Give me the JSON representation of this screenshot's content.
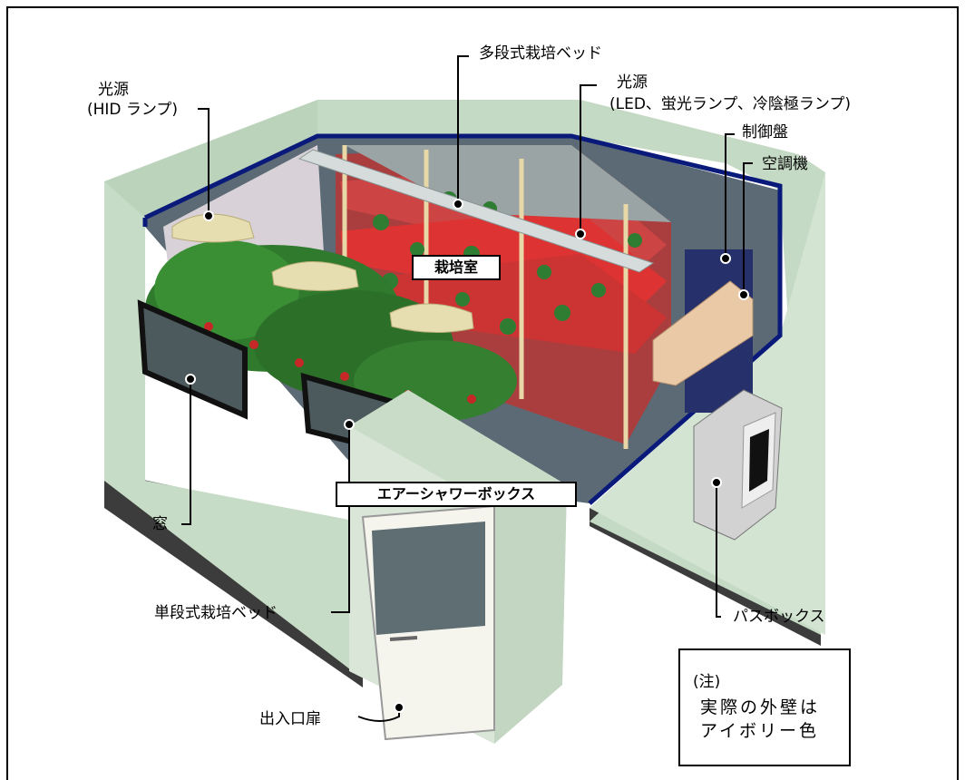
{
  "labels": {
    "multi_bed": "多段式栽培ベッド",
    "light_hid_1": "光源",
    "light_hid_2": "(HID ランプ)",
    "light_led_1": "光源",
    "light_led_2": "(LED、蛍光ランプ、冷陰極ランプ)",
    "control_panel": "制御盤",
    "air_conditioner": "空調機",
    "cultivation_room": "栽培室",
    "window": "窓",
    "air_shower_box": "エアーシャワーボックス",
    "single_bed": "単段式栽培ベッド",
    "pass_box": "パスボックス",
    "entrance_door": "出入口扉"
  },
  "note": {
    "title": "(注)",
    "line1": "実際の外壁は",
    "line2": "アイボリー色"
  },
  "colors": {
    "wall": "#c7dcc6",
    "wall_dark": "#a9c2a8",
    "roof_edge": "#0a1a7a",
    "lamp": "#e6ddb0",
    "plants": "#2f7a2c",
    "shelf_light": "#d92a2a"
  }
}
